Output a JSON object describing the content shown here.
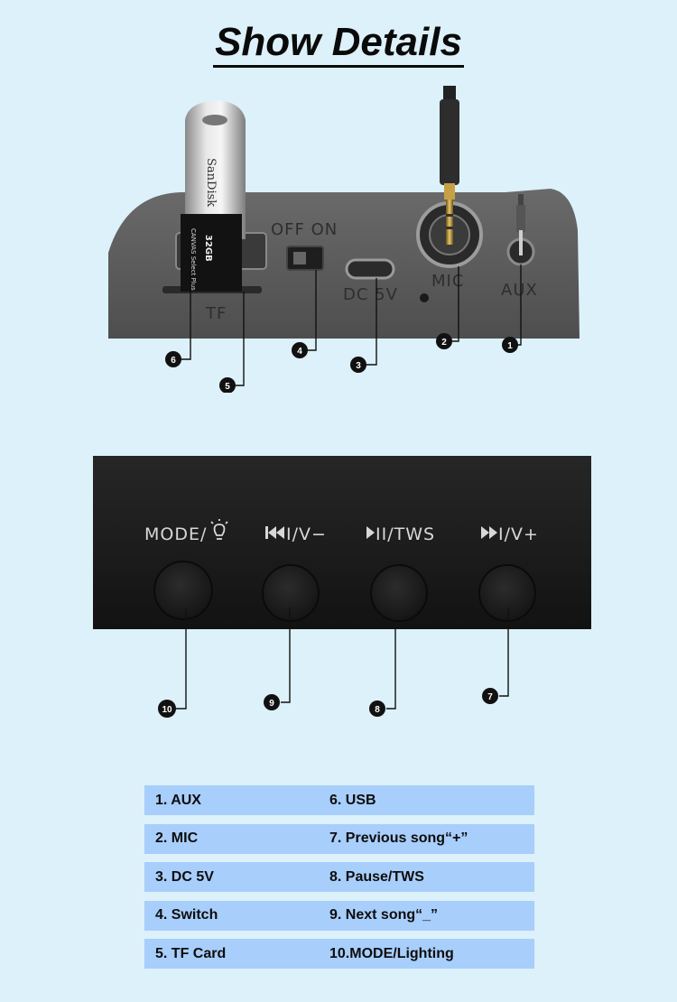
{
  "title": "Show Details",
  "ports": {
    "off_on": "OFF ON",
    "dc_5v": "DC 5V",
    "mic": "MIC",
    "aux": "AUX",
    "tf": "TF"
  },
  "usb_brand": "SanDisk",
  "card_text": "CANVAS Select Plus",
  "card_capacity": "32GB",
  "buttons": {
    "mode": "MODE/",
    "prev": "I/V−",
    "pause": "II/TWS",
    "next": "I/V+"
  },
  "badges": [
    "1",
    "2",
    "3",
    "4",
    "5",
    "6",
    "7",
    "8",
    "9",
    "10"
  ],
  "spec_rows": [
    {
      "left": "1. AUX",
      "right": "6. USB"
    },
    {
      "left": "2. MIC",
      "right": "7. Previous song“+”"
    },
    {
      "left": "3. DC 5V",
      "right": "8. Pause/TWS"
    },
    {
      "left": "4. Switch",
      "right": "9. Next song“_”"
    },
    {
      "left": "5. TF Card",
      "right": "10.MODE/Lighting"
    }
  ],
  "colors": {
    "background": "#dcf1f9",
    "table_row": "#a8cefb",
    "panel_dark": "#1c1c1c",
    "badge": "#111111"
  }
}
